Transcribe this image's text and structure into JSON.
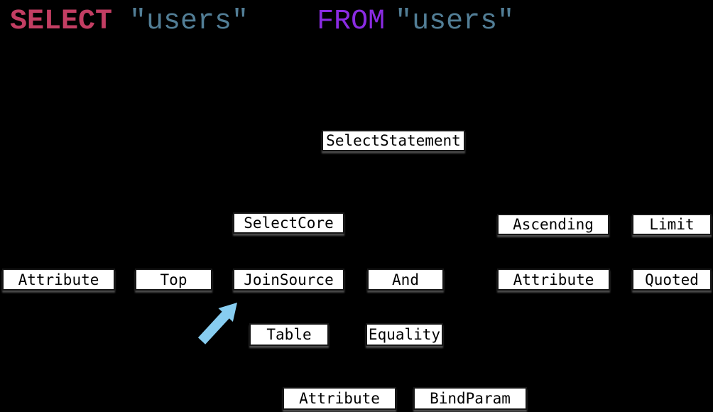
{
  "sql": {
    "tokens": [
      {
        "text": "SELECT",
        "role": "keyword"
      },
      {
        "text": "\"users\"",
        "role": "string"
      },
      {
        "text": "FROM",
        "role": "keyword"
      },
      {
        "text": "\"users\"",
        "role": "string"
      }
    ]
  },
  "tree": {
    "nodes": [
      {
        "label": "SelectStatement"
      },
      {
        "label": "SelectCore"
      },
      {
        "label": "Ascending"
      },
      {
        "label": "Limit"
      },
      {
        "label": "Attribute"
      },
      {
        "label": "Top"
      },
      {
        "label": "JoinSource"
      },
      {
        "label": "And"
      },
      {
        "label": "Attribute"
      },
      {
        "label": "Quoted"
      },
      {
        "label": "Table"
      },
      {
        "label": "Equality"
      },
      {
        "label": "Attribute"
      },
      {
        "label": "BindParam"
      }
    ]
  },
  "annotations": {
    "arrow_icon": "arrow-up-right",
    "arrow_points_to": "JoinSource"
  },
  "colors": {
    "background": "#000000",
    "keyword_select": "#C33E63",
    "keyword_from": "#8A2BE2",
    "string": "#527E96",
    "node_background": "#FFFFFF",
    "node_border": "#161616",
    "node_text": "#000000",
    "arrow": "#87CDF0"
  }
}
